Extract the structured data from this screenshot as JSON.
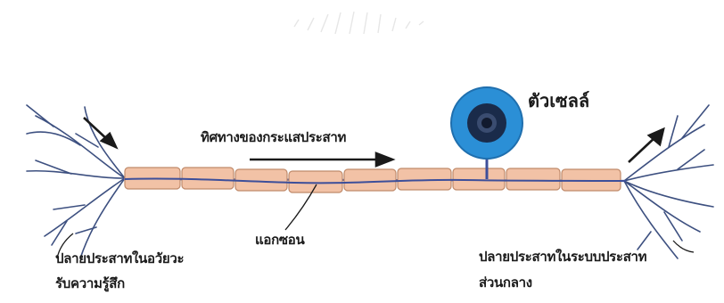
{
  "labels": {
    "cell_body": "ตัวเซลล์",
    "impulse_direction": "ทิศทางของกระแสประสาท",
    "axon": "แอกซอน",
    "receptor_ending_line1": "ปลายประสาทในอวัยวะ",
    "receptor_ending_line2": "รับความรู้สึก",
    "central_ending_line1": "ปลายประสาทในระบบประสาท",
    "central_ending_line2": "ส่วนกลาง"
  },
  "colors": {
    "myelin_fill": "#f2c2a6",
    "myelin_stroke": "#c08a6a",
    "axon_line": "#3d4f9a",
    "dendrite": "#3d5080",
    "cell_body_outer": "#2b8fd6",
    "cell_body_inner": "#1a2b4a",
    "cell_body_core": "#111a2e",
    "arrow": "#1a1a1a"
  },
  "icons": {
    "cell_body": "cell-body-icon",
    "direction_arrow": "arrow-right-icon"
  }
}
